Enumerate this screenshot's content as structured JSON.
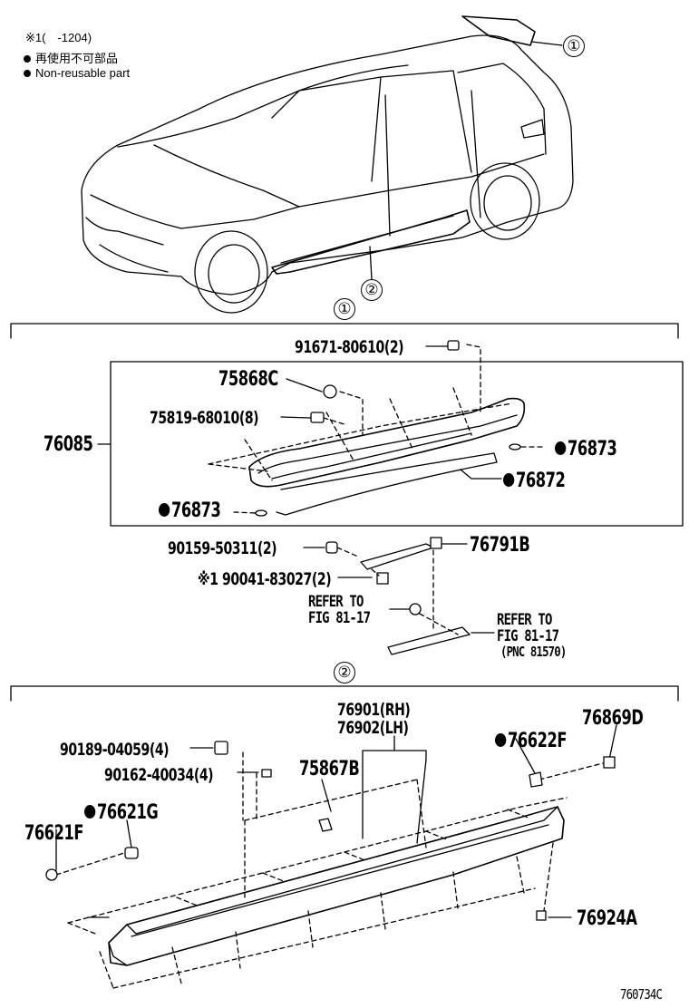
{
  "legend": {
    "mark_note": "※1(　-1204)",
    "jp_note": "再使用不可部品",
    "en_note": "Non-reusable part"
  },
  "callouts": {
    "one": "①",
    "two": "②"
  },
  "section1": {
    "title_marker": "①",
    "parts": {
      "p91671": "91671-80610(2)",
      "p75868C": "75868C",
      "p75819": "75819-68010(8)",
      "p76085": "76085",
      "p76873a": "76873",
      "p76872": "76872",
      "p76873b": "76873",
      "p90159": "90159-50311(2)",
      "p76791B": "76791B",
      "p90041": "90041-83027(2)",
      "p90041_mark": "※1",
      "refer1_line1": "REFER TO",
      "refer1_line2": "FIG 81-17",
      "refer2_line1": "REFER TO",
      "refer2_line2": "FIG 81-17",
      "refer2_line3": "(PNC 81570)"
    }
  },
  "section2": {
    "title_marker": "②",
    "parts": {
      "p76901": "76901(RH)",
      "p76902": "76902(LH)",
      "p76869D": "76869D",
      "p90189": "90189-04059(4)",
      "p76622F": "76622F",
      "p90162": "90162-40034(4)",
      "p75867B": "75867B",
      "p76621G": "76621G",
      "p76621F": "76621F",
      "p76924A": "76924A"
    }
  },
  "figure_id": "760734C"
}
